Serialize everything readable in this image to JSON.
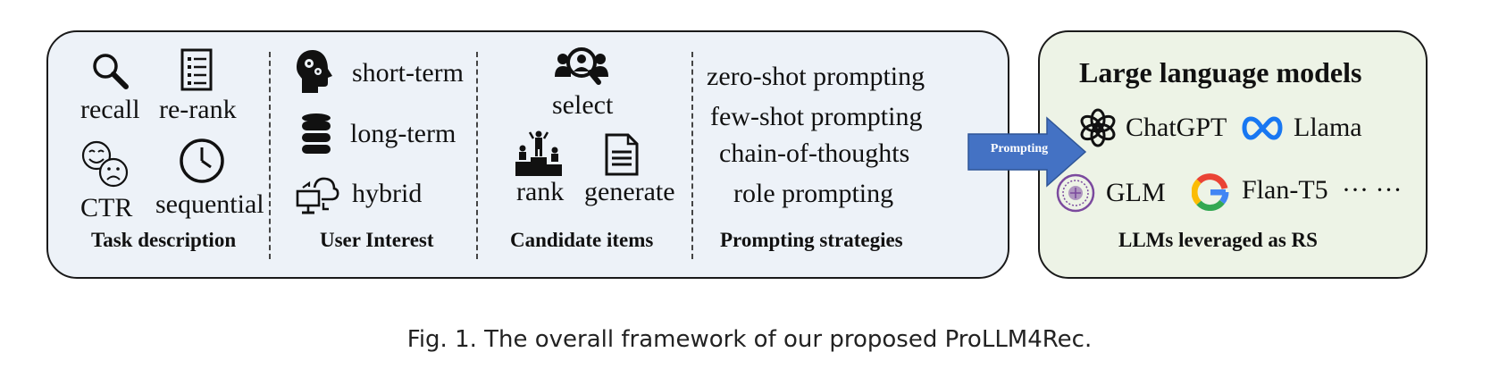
{
  "framework": {
    "task_description": {
      "title": "Task description",
      "items": [
        "recall",
        "re-rank",
        "CTR",
        "sequential"
      ]
    },
    "user_interest": {
      "title": "User Interest",
      "items": [
        "short-term",
        "long-term",
        "hybrid"
      ]
    },
    "candidate_items": {
      "title": "Candidate items",
      "items": [
        "select",
        "rank",
        "generate"
      ]
    },
    "prompting_strategies": {
      "title": "Prompting strategies",
      "items": [
        "zero-shot prompting",
        "few-shot prompting",
        "chain-of-thoughts",
        "role prompting"
      ]
    }
  },
  "arrow_label": "Prompting",
  "llms": {
    "title": "Large language models",
    "models": [
      "ChatGPT",
      "Llama",
      "GLM",
      "Flan-T5"
    ],
    "ellipsis": "··· ···",
    "footer": "LLMs leveraged as RS"
  },
  "caption": "Fig. 1.  The overall framework of our proposed ProLLM4Rec.",
  "colors": {
    "prompt_panel_bg": "#edf2f8",
    "llm_panel_bg": "#edf3e6",
    "arrow_fill": "#4472c4",
    "meta_blue": "#1877f2",
    "tsinghua_purple": "#7b4a9e"
  },
  "icons": [
    "search-icon",
    "list-icon",
    "emotion-icon",
    "clock-icon",
    "brain-gears-icon",
    "database-icon",
    "cloud-computer-icon",
    "people-search-icon",
    "podium-icon",
    "document-icon",
    "openai-icon",
    "meta-icon",
    "tsinghua-seal-icon",
    "google-icon"
  ]
}
